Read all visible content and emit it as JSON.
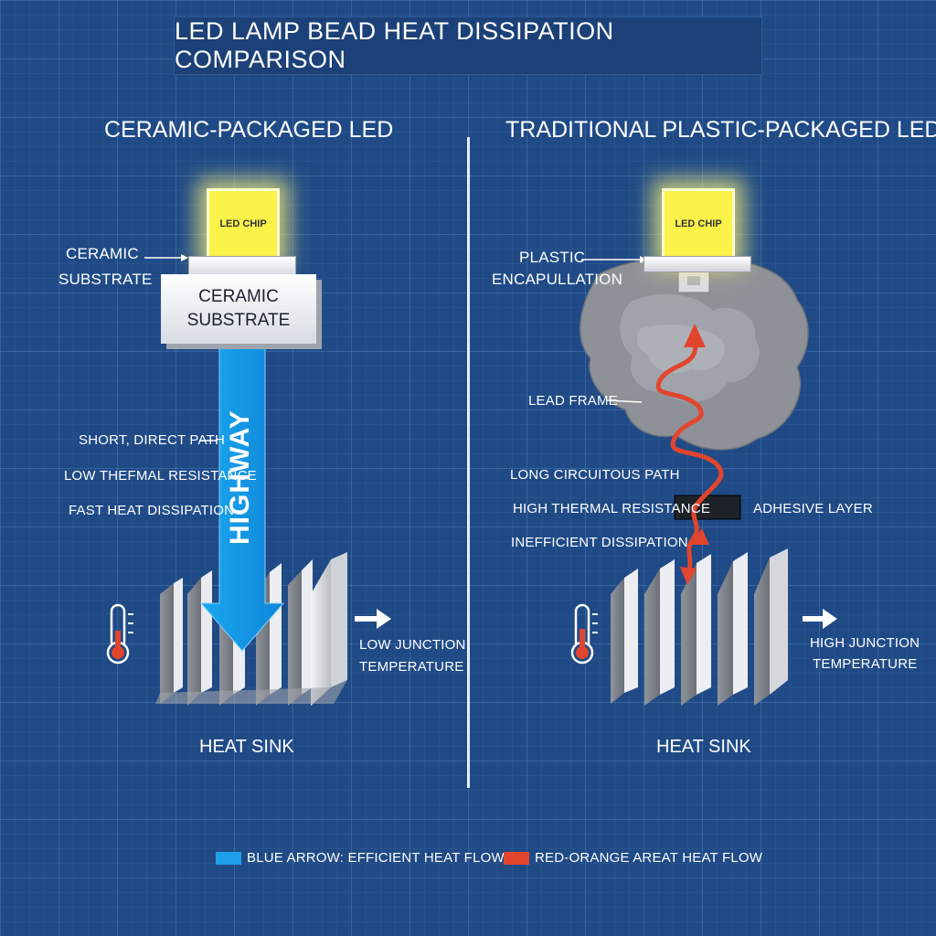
{
  "title": "LED LAMP BEAD HEAT DISSIPATION COMPARISON",
  "left": {
    "heading": "CERAMIC-PACKAGED LED",
    "chip_label": "LED CHIP",
    "substrate_callout": [
      "CERAMIC",
      "SUBSTRATE"
    ],
    "substrate_block": [
      "CERAMIC",
      "SUBSTRATE"
    ],
    "arrow_label": "HIGHWAY",
    "notes": [
      "SHORT, DIRECT PATH",
      "LOW THEFMAL RESISTANCE",
      "FAST HEAT DISSIPATION"
    ],
    "temperature": [
      "LOW JUNCTION",
      "TEMPERATURE"
    ],
    "heat_sink": "HEAT SINK"
  },
  "right": {
    "heading": "TRADITIONAL PLASTIC-PACKAGED LED",
    "chip_label": "LED CHIP",
    "encapsulation_callout": [
      "PLASTIC",
      "ENCAPULLATION"
    ],
    "lead_frame": "LEAD FRAME",
    "notes": [
      "LONG CIRCUITOUS PATH",
      "HIGH THERMAL RESISTANCE",
      "INEFFICIENT DISSIPATION"
    ],
    "adhesive": "ADHESIVE LAYER",
    "temperature": [
      "HIGH JUNCTION",
      "TEMPERATURE"
    ],
    "heat_sink": "HEAT SINK"
  },
  "legend": [
    {
      "label": "BLUE ARROW: EFFICIENT HEAT FLOW",
      "color": "#1ea0e8"
    },
    {
      "label": "RED-ORANGE AREAT HEAT FLOW",
      "color": "#e2452e"
    }
  ],
  "icons": [
    "thermometer-icon",
    "arrow-right-icon"
  ],
  "colors": {
    "background": "#1f4a86",
    "efficient_flow": "#1ea0e8",
    "inefficient_flow": "#e2452e",
    "chip": "#fbf24a"
  }
}
